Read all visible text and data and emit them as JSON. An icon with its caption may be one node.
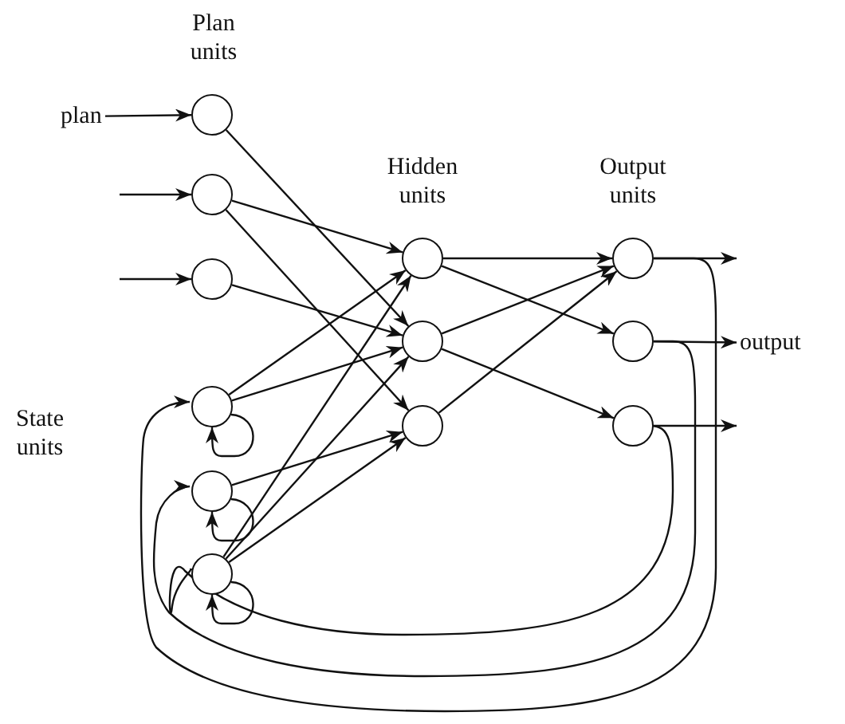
{
  "diagram": {
    "nodes": [
      {
        "text": [
          "plan"
        ]
      },
      {
        "text": [],
        "shape": "circle"
      },
      {
        "text": [],
        "shape": "circle"
      },
      {
        "text": [],
        "shape": "circle"
      },
      {
        "text": [],
        "shape": "circle"
      },
      {
        "text": [],
        "shape": "circle"
      },
      {
        "text": [],
        "shape": "circle"
      },
      {
        "text": [],
        "shape": "circle"
      },
      {
        "text": [],
        "shape": "circle"
      },
      {
        "text": [],
        "shape": "circle"
      },
      {
        "text": [
          "output"
        ]
      },
      {
        "text": [],
        "shape": "circle"
      },
      {
        "text": [],
        "shape": "circle"
      },
      {
        "text": [],
        "shape": "circle"
      }
    ],
    "edges": [
      {
        "from": 0,
        "to": 1,
        "arrow": "to"
      },
      {
        "from": null,
        "to": 2,
        "arrow": "to"
      },
      {
        "from": null,
        "to": 3,
        "arrow": "to"
      },
      {
        "from": 1,
        "to": 5,
        "arrow": "to"
      },
      {
        "from": 2,
        "to": 4,
        "arrow": "to"
      },
      {
        "from": 2,
        "to": 6,
        "arrow": "to"
      },
      {
        "from": 3,
        "to": 5,
        "arrow": "to"
      },
      {
        "from": 11,
        "to": 4,
        "arrow": "to"
      },
      {
        "from": 11,
        "to": 5,
        "arrow": "to"
      },
      {
        "from": 12,
        "to": 6,
        "arrow": "to"
      },
      {
        "from": 13,
        "to": 4,
        "arrow": "to"
      },
      {
        "from": 13,
        "to": 5,
        "arrow": "to"
      },
      {
        "from": 13,
        "to": 6,
        "arrow": "to"
      },
      {
        "from": 4,
        "to": 7,
        "arrow": "to"
      },
      {
        "from": 4,
        "to": 8,
        "arrow": "to"
      },
      {
        "from": 5,
        "to": 7,
        "arrow": "to"
      },
      {
        "from": 5,
        "to": 9,
        "arrow": "to"
      },
      {
        "from": 6,
        "to": 7,
        "arrow": "to"
      },
      {
        "from": 7,
        "to": null,
        "arrow": "to"
      },
      {
        "from": 8,
        "to": 10,
        "arrow": "to"
      },
      {
        "from": 9,
        "to": null,
        "arrow": "to"
      },
      {
        "from": 7,
        "to": 11,
        "arrow": "to"
      },
      {
        "from": 8,
        "to": 12,
        "arrow": "to"
      },
      {
        "from": 9,
        "to": 13,
        "arrow": "to"
      },
      {
        "from": 11,
        "to": 11,
        "arrow": "to"
      },
      {
        "from": 12,
        "to": 12,
        "arrow": "to"
      },
      {
        "from": 13,
        "to": 13,
        "arrow": "to"
      }
    ],
    "labels": [
      "Plan units",
      "Hidden units",
      "Output units",
      "State units"
    ]
  }
}
